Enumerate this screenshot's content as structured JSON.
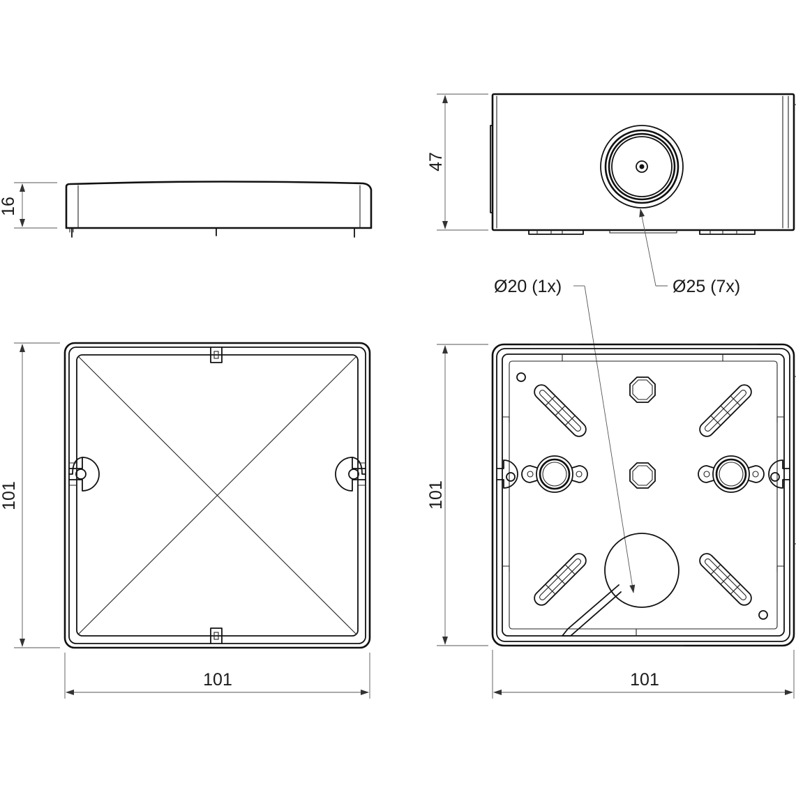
{
  "colors": {
    "line": "#111111",
    "dimension_line": "#555555",
    "background": "#ffffff"
  },
  "dimensions": {
    "lid_height": "16",
    "box_height": "47",
    "lid_height_side": "101",
    "lid_width": "101",
    "box_depth": "101",
    "box_width": "101"
  },
  "callouts": {
    "hole_small": "Ø20 (1x)",
    "hole_large": "Ø25 (7x)"
  }
}
